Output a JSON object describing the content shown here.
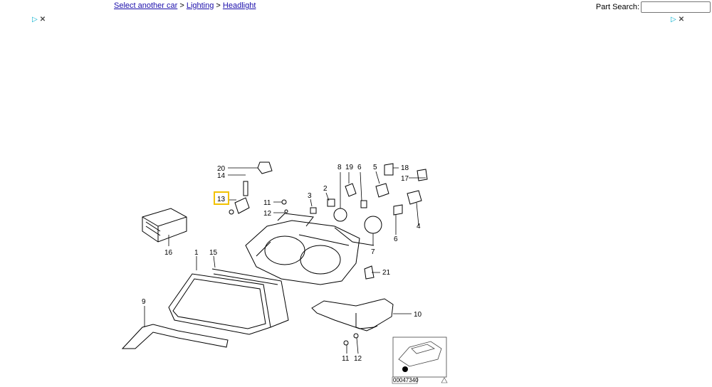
{
  "breadcrumb": {
    "link1": "Select another car",
    "sep1": " > ",
    "link2": "Lighting",
    "sep2": " > ",
    "link3": "Headlight"
  },
  "search": {
    "label": "Part Search:",
    "value": "",
    "placeholder": ""
  },
  "ads": {
    "left_icons": "adchoices-icon",
    "right_icons": "adchoices-icon"
  },
  "diagram": {
    "selected_part": "13",
    "labels": [
      "20",
      "14",
      "13",
      "11",
      "12",
      "3",
      "2",
      "8",
      "19",
      "6",
      "5",
      "18",
      "17",
      "4",
      "16",
      "1",
      "15",
      "7",
      "6",
      "21",
      "9",
      "10",
      "11",
      "12"
    ],
    "catalog_code": "00047340",
    "colors": {
      "highlight": "#f2c200",
      "link": "#1a0dab",
      "adchoices": "#00aecd"
    }
  }
}
